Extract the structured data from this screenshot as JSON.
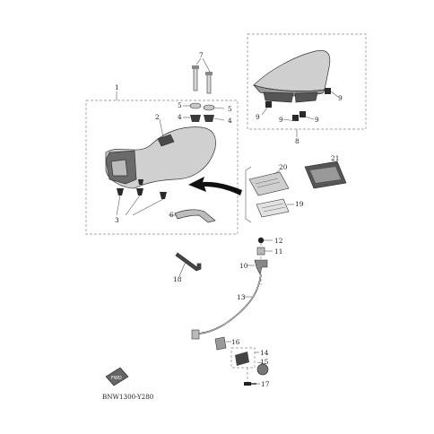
{
  "diagram_code": "BNW1300-Y280",
  "front_badge": "FWD",
  "callouts": {
    "c1": "1",
    "c2": "2",
    "c3": "3",
    "c4a": "4",
    "c4b": "4",
    "c5a": "5",
    "c5b": "5",
    "c6": "6",
    "c7": "7",
    "c8": "8",
    "c9a": "9",
    "c9b": "9",
    "c9c": "9",
    "c9d": "9",
    "c10": "10",
    "c11": "11",
    "c12": "12",
    "c13": "13",
    "c14": "14",
    "c15": "15",
    "c16": "16",
    "c17": "17",
    "c18": "18",
    "c19": "19",
    "c20": "20",
    "c21": "21"
  }
}
